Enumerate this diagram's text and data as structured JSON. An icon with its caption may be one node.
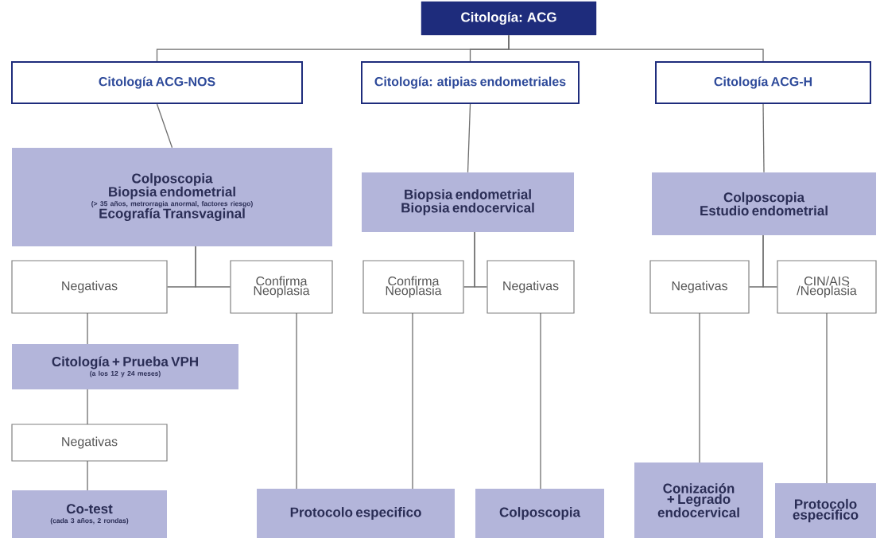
{
  "diagram": {
    "nodes": [
      {
        "text": [
          "Citología: ACG"
        ]
      },
      {
        "text": [
          "Citología ACG-NOS"
        ]
      },
      {
        "text": [
          "Citología: atipias endometriales"
        ]
      },
      {
        "text": [
          "Citología ACG-H"
        ]
      },
      {
        "text": [
          "Colposcopia",
          "Biopsia endometrial",
          "(> 35 años, metrorragia anormal, factores riesgo)",
          "Ecografía Transvaginal"
        ]
      },
      {
        "text": [
          "Biopsia endometrial",
          "Biopsia endocervical"
        ]
      },
      {
        "text": [
          "Colposcopia",
          "Estudio endometrial"
        ]
      },
      {
        "text": [
          "Negativas"
        ]
      },
      {
        "text": [
          "Confirma Neoplasia"
        ]
      },
      {
        "text": [
          "Confirma Neoplasia"
        ]
      },
      {
        "text": [
          "Negativas"
        ]
      },
      {
        "text": [
          "Negativas"
        ]
      },
      {
        "text": [
          "CIN/AIS /Neoplasia"
        ]
      },
      {
        "text": [
          "Citología + Prueba VPH",
          "(a los 12 y 24 meses)"
        ]
      },
      {
        "text": [
          "Negativas"
        ]
      },
      {
        "text": [
          "Co-test",
          "(cada 3 años, 2 rondas)"
        ]
      },
      {
        "text": [
          "Protocolo especifico"
        ]
      },
      {
        "text": [
          "Colposcopia"
        ]
      },
      {
        "text": [
          "Conización + Legrado endocervical"
        ]
      },
      {
        "text": [
          "Protocolo especifico"
        ]
      }
    ],
    "edges": [
      {
        "from": 0,
        "to": 1,
        "arrow": "none"
      },
      {
        "from": 0,
        "to": 2,
        "arrow": "none"
      },
      {
        "from": 0,
        "to": 3,
        "arrow": "none"
      },
      {
        "from": 1,
        "to": 4,
        "arrow": "none"
      },
      {
        "from": 2,
        "to": 5,
        "arrow": "none"
      },
      {
        "from": 3,
        "to": 6,
        "arrow": "none"
      },
      {
        "from": 4,
        "to": 7,
        "arrow": "none"
      },
      {
        "from": 4,
        "to": 8,
        "arrow": "none"
      },
      {
        "from": 5,
        "to": 9,
        "arrow": "none"
      },
      {
        "from": 5,
        "to": 10,
        "arrow": "none"
      },
      {
        "from": 6,
        "to": 11,
        "arrow": "none"
      },
      {
        "from": 6,
        "to": 12,
        "arrow": "none"
      },
      {
        "from": 7,
        "to": 13,
        "arrow": "none"
      },
      {
        "from": 13,
        "to": 14,
        "arrow": "none"
      },
      {
        "from": 14,
        "to": 15,
        "arrow": "none"
      },
      {
        "from": 8,
        "to": 16,
        "arrow": "none"
      },
      {
        "from": 9,
        "to": 16,
        "arrow": "none"
      },
      {
        "from": 10,
        "to": 17,
        "arrow": "none"
      },
      {
        "from": 11,
        "to": 18,
        "arrow": "none"
      },
      {
        "from": 12,
        "to": 19,
        "arrow": "none"
      }
    ]
  }
}
